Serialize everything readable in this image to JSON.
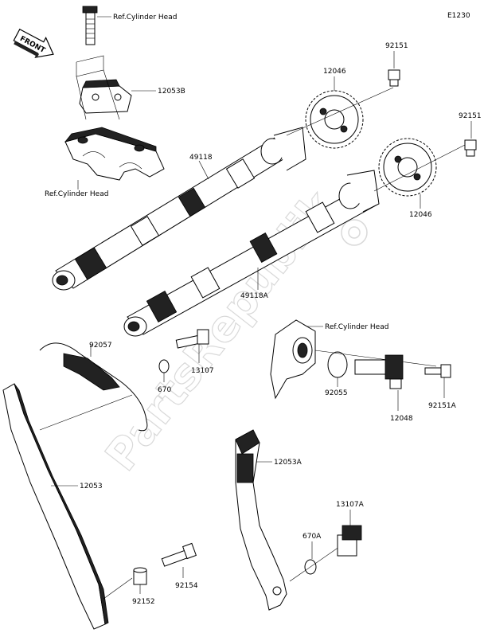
{
  "diagram_code": "E1230",
  "front_arrow_label": "FRONT",
  "watermark": "PartsRepublik",
  "labels": {
    "ref_cyl_head_top": "Ref.Cylinder Head",
    "ref_cyl_head_left": "Ref.Cylinder Head",
    "ref_cyl_head_right": "Ref.Cylinder Head",
    "p12053B": "12053B",
    "p92151_top": "92151",
    "p12046_top": "12046",
    "p92151_right": "92151",
    "p12046_right": "12046",
    "p49118": "49118",
    "p49118A": "49118A",
    "p92057": "92057",
    "p670": "670",
    "p13107": "13107",
    "p92055": "92055",
    "p12048": "12048",
    "p92151A": "92151A",
    "p12053": "12053",
    "p12053A": "12053A",
    "p13107A": "13107A",
    "p670A": "670A",
    "p92154": "92154",
    "p92152": "92152"
  }
}
